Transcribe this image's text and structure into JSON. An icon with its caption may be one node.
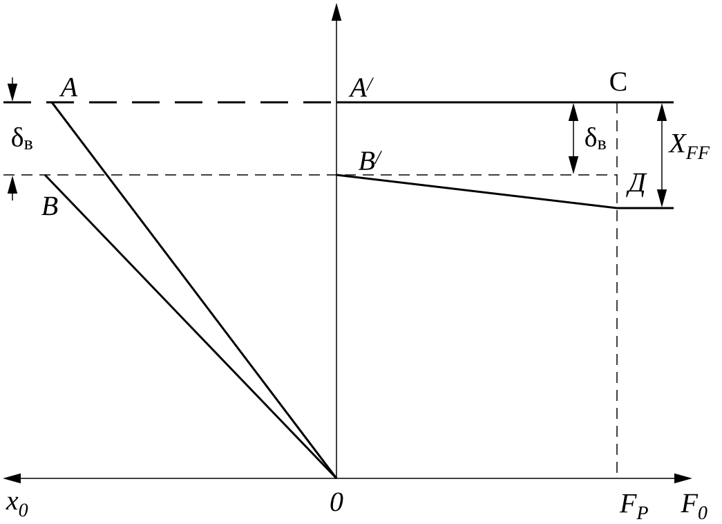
{
  "diagram": {
    "labels": [
      "A",
      "A$^{/}$",
      "C",
      "δ$_{в}$",
      "δ$_{в}$",
      "B$^{/}$",
      "X$_{FF}$",
      "Д",
      "B",
      "x$_{0}$",
      "0",
      "F$_{P}$",
      "F$_{0}$"
    ]
  }
}
